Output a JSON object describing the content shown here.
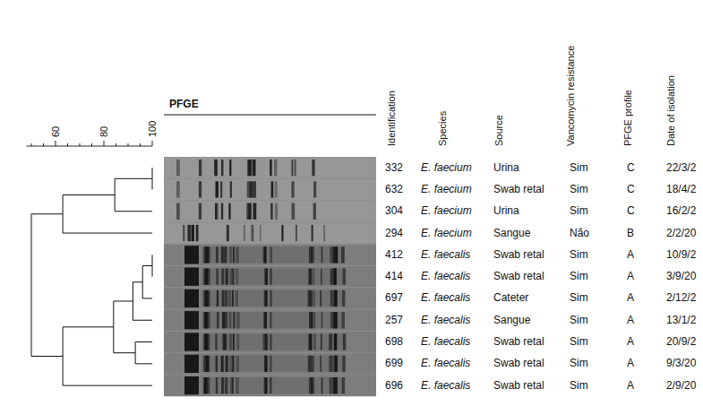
{
  "diagram": {
    "labels": [
      "60",
      "80",
      "100",
      "PFGE",
      "Identification",
      "Species",
      "Source",
      "Vancomycin resistance",
      "PFGE profile",
      "Date of isolation",
      "332",
      "E. faecium",
      "Urina",
      "Sim",
      "C",
      "22/3/2",
      "632",
      "E. faecium",
      "Swab retal",
      "Sim",
      "C",
      "18/4/2",
      "304",
      "E. faecium",
      "Urina",
      "Sim",
      "C",
      "16/2/2",
      "294",
      "E. faecium",
      "Sangue",
      "Não",
      "B",
      "2/2/20",
      "412",
      "E. faecalis",
      "Swab retal",
      "Sim",
      "A",
      "10/9/2",
      "414",
      "E. faecalis",
      "Swab retal",
      "Sim",
      "A",
      "3/9/20",
      "697",
      "E. faecalis",
      "Cateter",
      "Sim",
      "A",
      "2/12/2",
      "257",
      "E. faecalis",
      "Sangue",
      "Sim",
      "A",
      "13/1/2",
      "698",
      "E. faecalis",
      "Swab retal",
      "Sim",
      "A",
      "20/9/2",
      "699",
      "E. faecalis",
      "Swab retal",
      "Sim",
      "A",
      "9/3/20",
      "696",
      "E. faecalis",
      "Swab retal",
      "Sim",
      "A",
      "2/9/20"
    ]
  }
}
